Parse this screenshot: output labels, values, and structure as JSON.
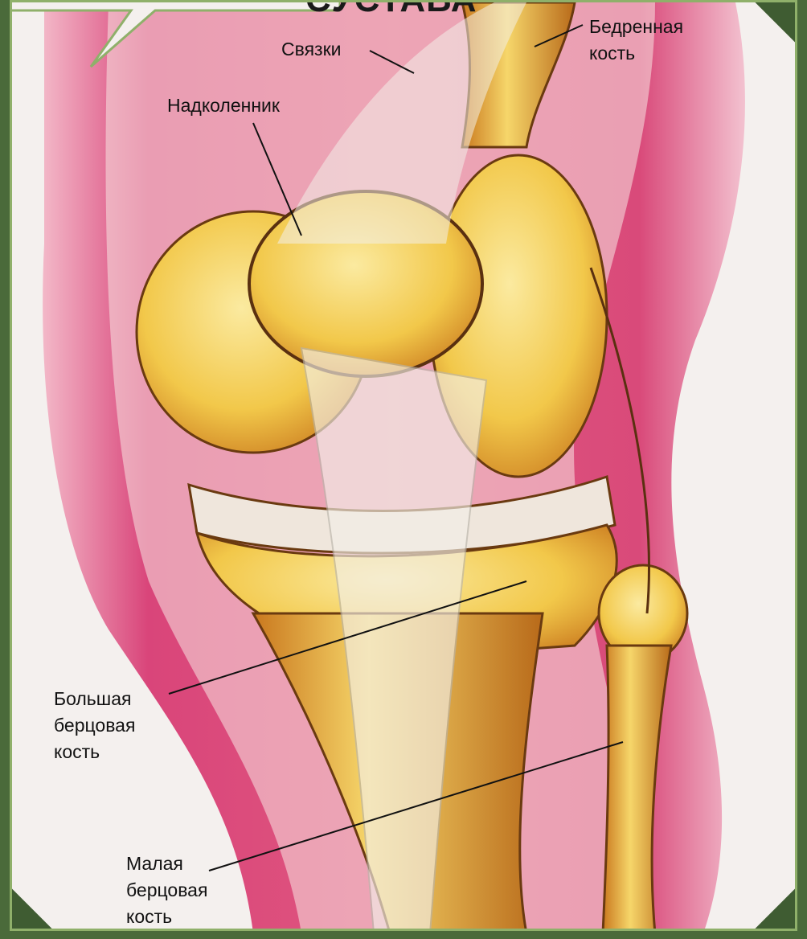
{
  "title": "СУСТАВА",
  "labels": {
    "ligaments": "Связки",
    "femur": "Бедренная\nкость",
    "patella": "Надколенник",
    "tibia": "Большая\nберцовая\nкость",
    "fibula": "Малая\nберцовая\nкость"
  },
  "colors": {
    "background": "#4a6a3a",
    "frame": "#8fb06a",
    "skin": "#d94a7a",
    "bone": "#f2c84a"
  }
}
